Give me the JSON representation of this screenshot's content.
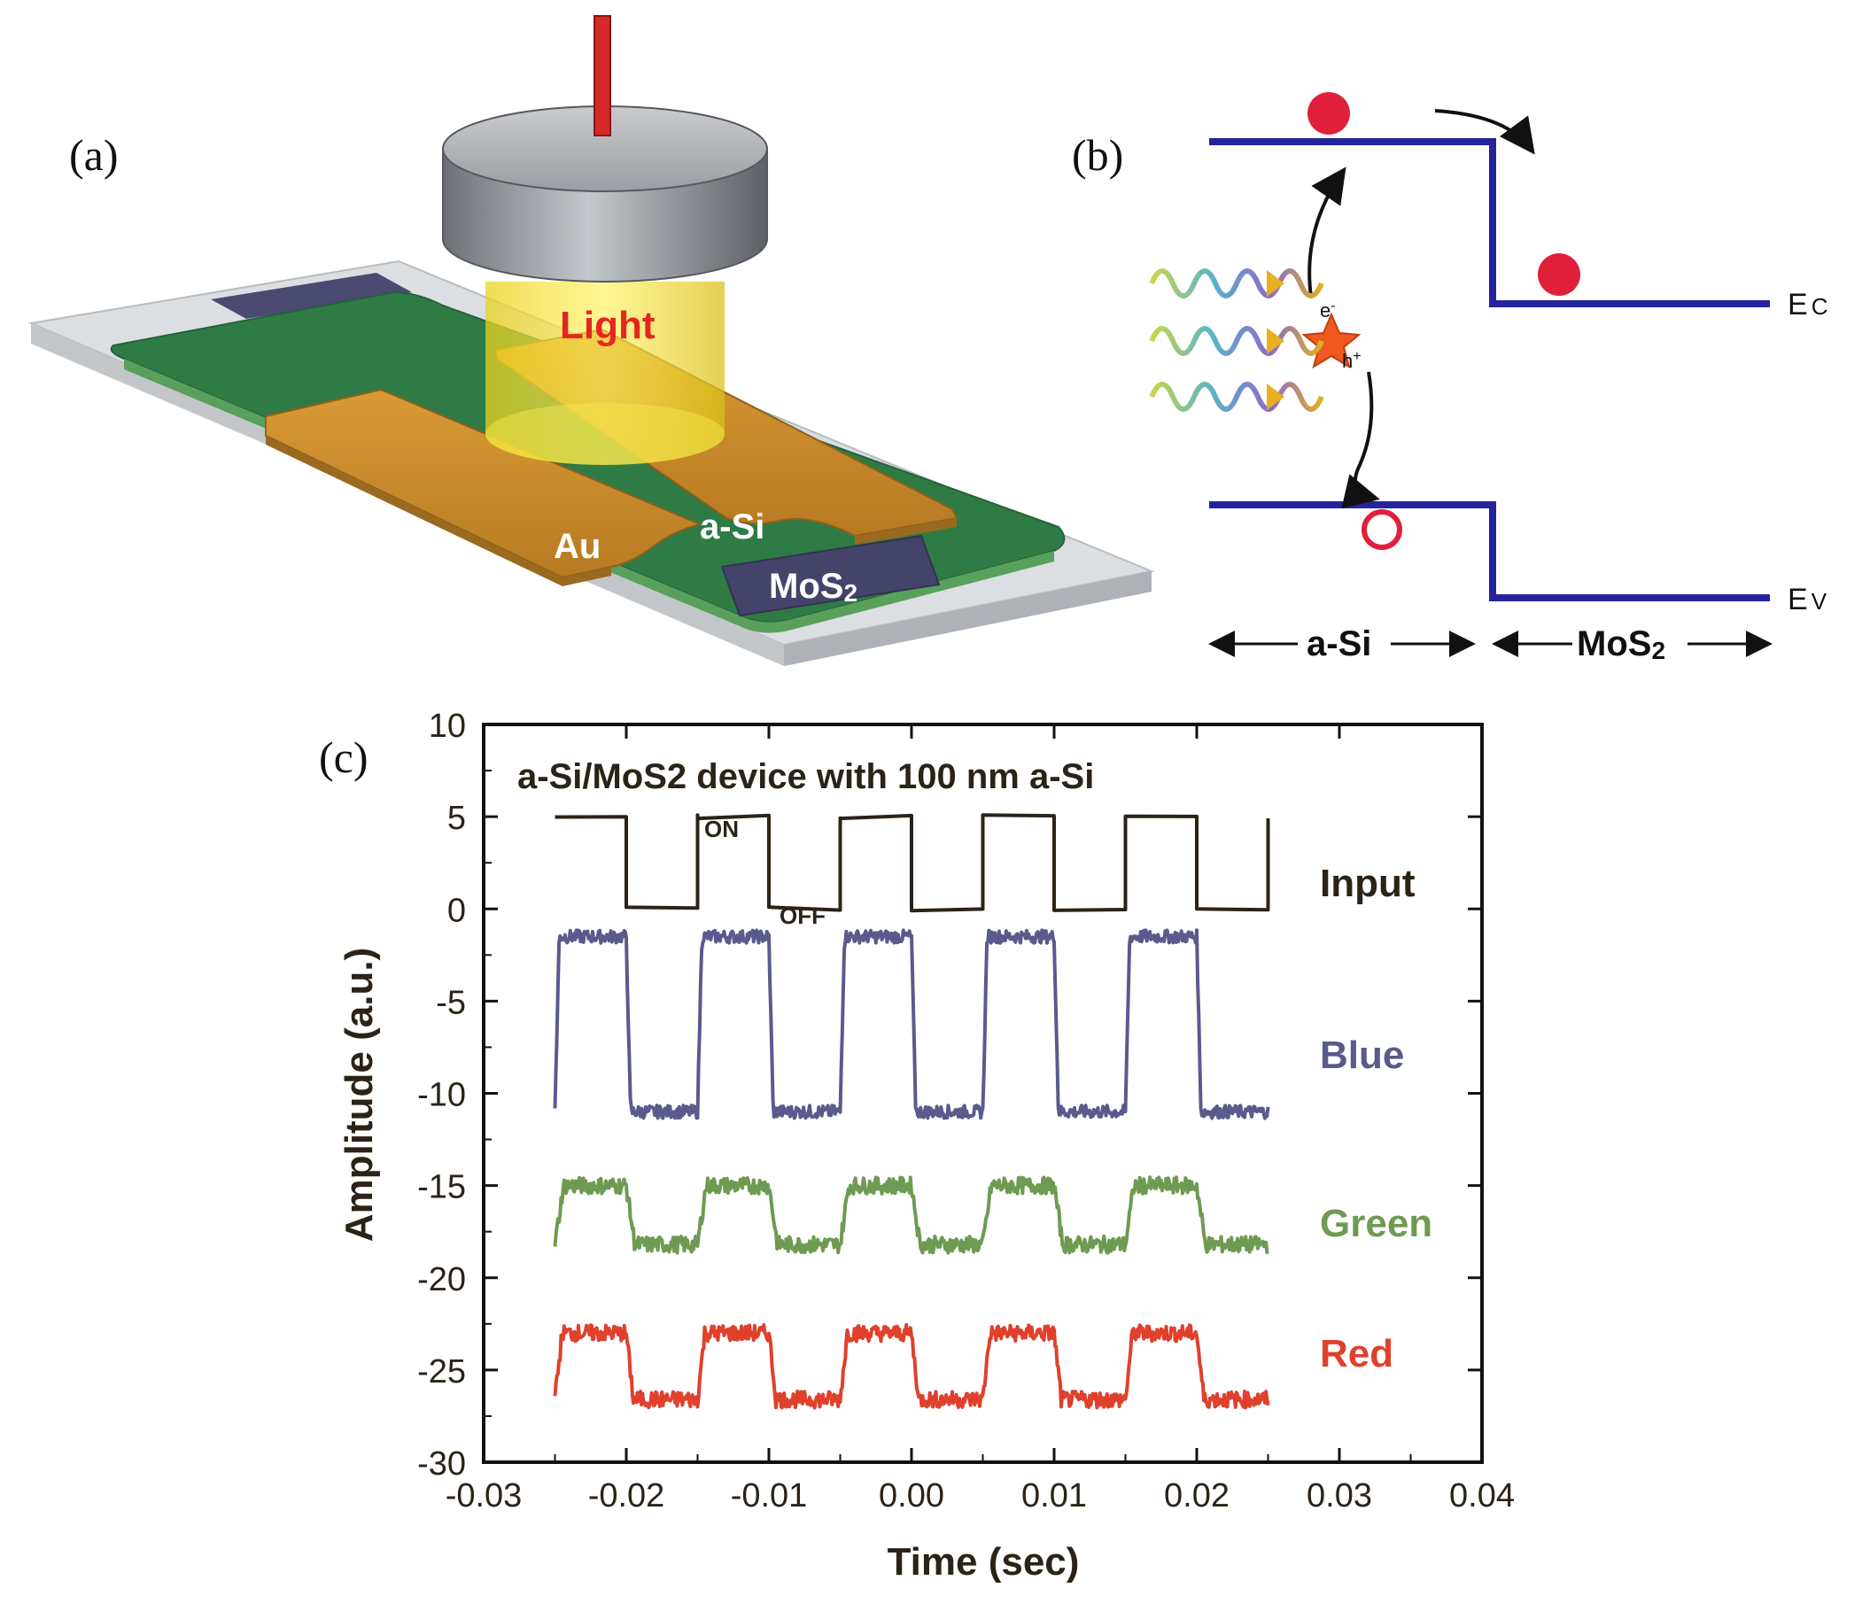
{
  "panel_a": {
    "label": "(a)",
    "light_label": "Light",
    "au_label": "Au",
    "asi_label": "a-Si",
    "mos2_label_main": "MoS",
    "mos2_label_sub": "2",
    "colors": {
      "substrate": "#d9dcdf",
      "green_layer": "#2f7b46",
      "gold": "#c98a2b",
      "mos2": "#4a4a6e",
      "light": "#f2e23a",
      "lens": "#8e9196",
      "fiber": "#d42a2a"
    }
  },
  "panel_b": {
    "label": "(b)",
    "ec_main": "E",
    "ec_sub": "C",
    "ev_main": "E",
    "ev_sub": "V",
    "electron_label": "e",
    "electron_sup": "-",
    "hole_label": "h",
    "hole_sup": "+",
    "region_left": "a-Si",
    "region_right_main": "MoS",
    "region_right_sub": "2",
    "colors": {
      "band": "#24249c",
      "carrier": "#e0203a"
    }
  },
  "panel_c": {
    "label": "(c)",
    "on_label": "ON",
    "off_label": "OFF"
  },
  "chart_data": {
    "type": "line",
    "title": "a-Si/MoS2 device with 100 nm a-Si",
    "xlabel": "Time (sec)",
    "ylabel": "Amplitude (a.u.)",
    "xlim": [
      -0.03,
      0.04
    ],
    "ylim": [
      -30,
      10
    ],
    "xticks": [
      "-0.03",
      "-0.02",
      "-0.01",
      "0.00",
      "0.01",
      "0.02",
      "0.03",
      "0.04"
    ],
    "yticks": [
      "10",
      "5",
      "0",
      "-5",
      "-10",
      "-15",
      "-20",
      "-25",
      "-30"
    ],
    "period": 0.01,
    "start": -0.025,
    "end": 0.025,
    "series": [
      {
        "name": "Input",
        "color": "#2b2318",
        "high": 5,
        "low": 0,
        "noise": 0.15,
        "rise_fraction": 0.0
      },
      {
        "name": "Blue",
        "color": "#5a5a8c",
        "high": -1.5,
        "low": -11,
        "noise": 0.35,
        "rise_fraction": 0.06
      },
      {
        "name": "Green",
        "color": "#6f9a52",
        "high": -15,
        "low": -18.2,
        "noise": 0.45,
        "rise_fraction": 0.12
      },
      {
        "name": "Red",
        "color": "#e0402c",
        "high": -23,
        "low": -26.6,
        "noise": 0.45,
        "rise_fraction": 0.1
      }
    ]
  }
}
